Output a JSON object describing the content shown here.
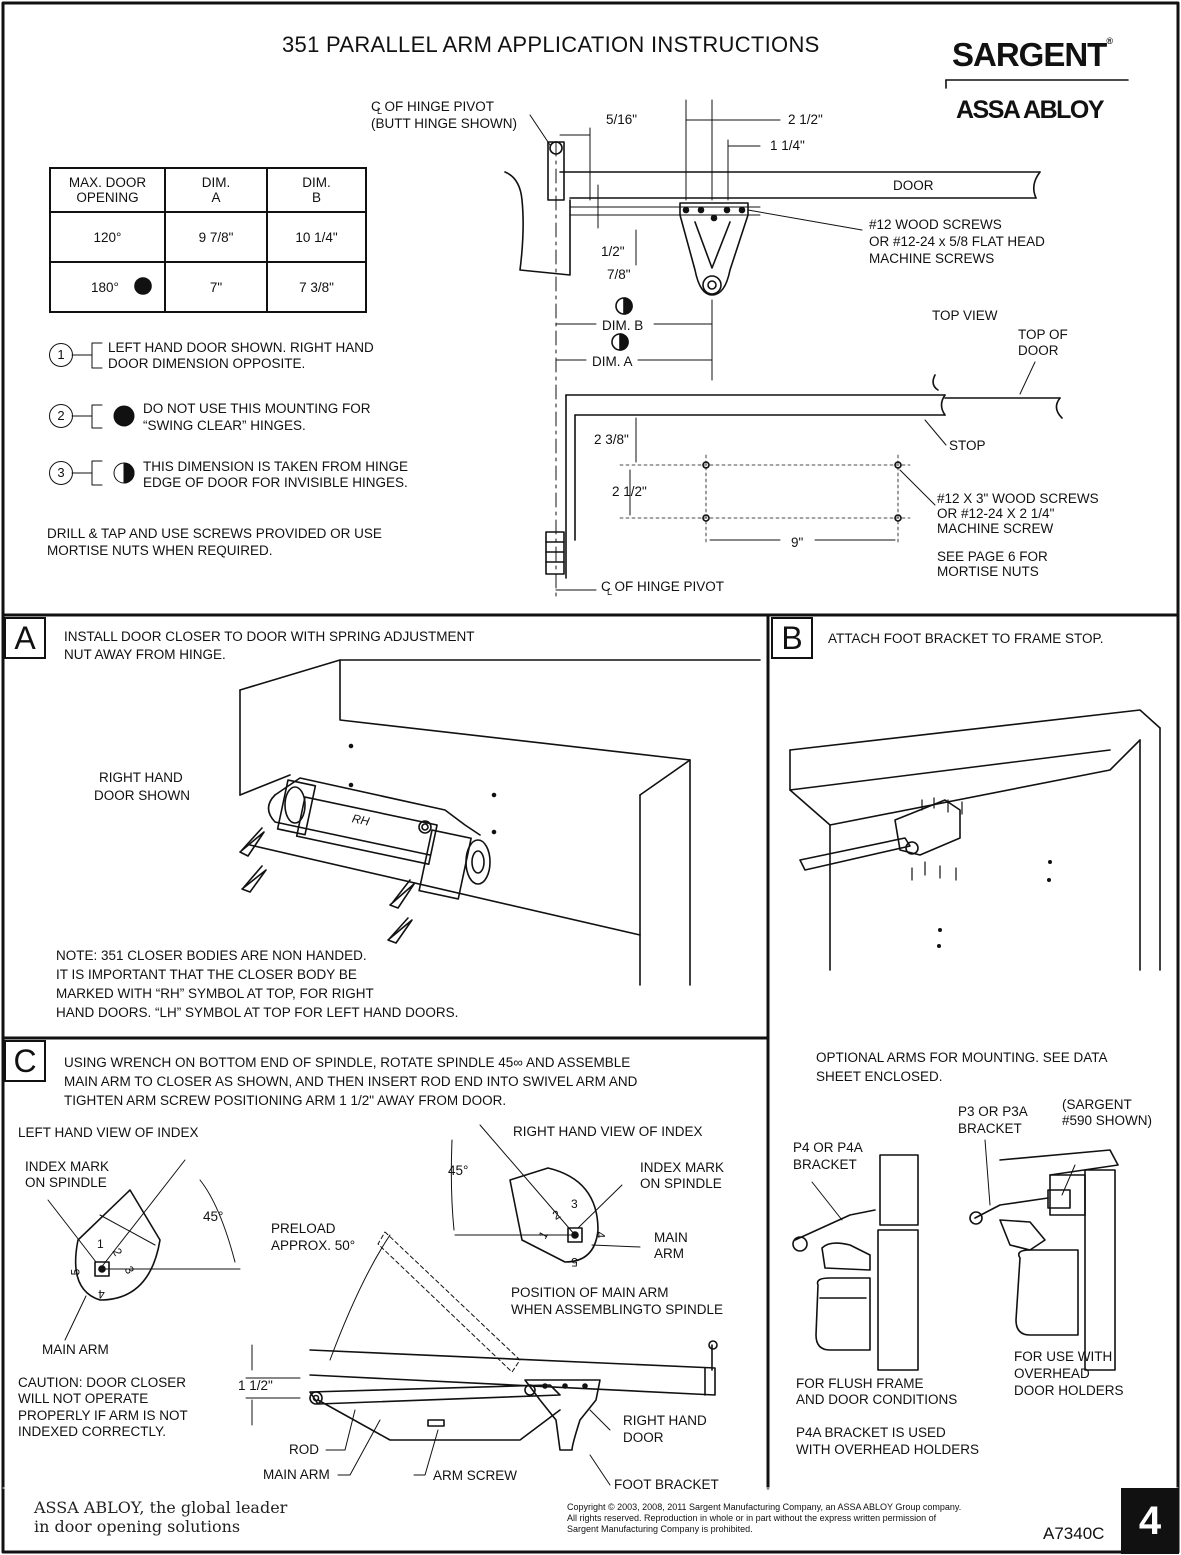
{
  "header": {
    "title": "351 PARALLEL ARM APPLICATION INSTRUCTIONS",
    "brand": "SARGENT",
    "brand_mark": "®",
    "parent_brand": "ASSA ABLOY"
  },
  "top": {
    "table": {
      "headers": [
        [
          "MAX. DOOR",
          "OPENING"
        ],
        [
          "DIM.",
          "A"
        ],
        [
          "DIM.",
          "B"
        ]
      ],
      "rows": [
        {
          "opening": "120°",
          "a": "9 7/8\"",
          "b": "10 1/4\""
        },
        {
          "opening": "180°",
          "a": "7\"",
          "b": "7 3/8\""
        }
      ]
    },
    "notes": [
      {
        "num": "1",
        "lines": [
          "LEFT HAND DOOR SHOWN. RIGHT HAND",
          "DOOR DIMENSION OPPOSITE."
        ]
      },
      {
        "num": "2",
        "lines": [
          "DO NOT USE THIS MOUNTING FOR",
          "“SWING CLEAR” HINGES."
        ]
      },
      {
        "num": "3",
        "lines": [
          "THIS DIMENSION IS TAKEN FROM HINGE",
          "EDGE OF DOOR FOR INVISIBLE HINGES."
        ]
      }
    ],
    "drill_note": [
      "DRILL & TAP AND USE SCREWS PROVIDED OR USE",
      "MORTISE NUTS WHEN REQUIRED."
    ],
    "diagram": {
      "hinge_pivot_top": [
        "C OF HINGE PIVOT",
        "(BUTT HINGE SHOWN)"
      ],
      "hinge_pivot_bottom": "C OF HINGE PIVOT",
      "centerline_sub": "L",
      "d_5_16": "5/16\"",
      "d_2_1_2_top": "2 1/2\"",
      "d_1_1_4": "1 1/4\"",
      "door": "DOOR",
      "screws_a": [
        "#12 WOOD SCREWS",
        "OR #12-24 x 5/8 FLAT HEAD",
        "MACHINE SCREWS"
      ],
      "d_1_2": "1/2\"",
      "d_7_8": "7/8\"",
      "dim_b": "DIM. B",
      "dim_a": "DIM. A",
      "top_view": "TOP VIEW",
      "top_of_door": [
        "TOP OF",
        "DOOR"
      ],
      "stop": "STOP",
      "d_2_3_8": "2 3/8\"",
      "d_2_1_2_mid": "2 1/2\"",
      "d_9": "9\"",
      "screws_b": [
        "#12 X 3\" WOOD SCREWS",
        "OR #12-24 X 2 1/4\"",
        "MACHINE SCREW"
      ],
      "see_page": [
        "SEE PAGE 6 FOR",
        "MORTISE NUTS"
      ]
    }
  },
  "panel_a": {
    "letter": "A",
    "instruction": [
      "INSTALL DOOR CLOSER TO DOOR WITH SPRING ADJUSTMENT",
      "NUT AWAY FROM HINGE."
    ],
    "right_hand": [
      "RIGHT HAND",
      "DOOR SHOWN"
    ],
    "body_mark": "RH",
    "note": [
      "NOTE: 351 CLOSER BODIES ARE NON HANDED.",
      "IT IS IMPORTANT THAT THE CLOSER BODY BE",
      "MARKED WITH “RH” SYMBOL AT TOP, FOR RIGHT",
      "HAND DOORS. “LH” SYMBOL AT TOP FOR LEFT HAND DOORS."
    ]
  },
  "panel_b": {
    "letter": "B",
    "instruction": "ATTACH FOOT BRACKET TO FRAME STOP."
  },
  "panel_c": {
    "letter": "C",
    "instruction": [
      "USING WRENCH ON BOTTOM END OF SPINDLE, ROTATE SPINDLE 45∞ AND ASSEMBLE",
      "MAIN ARM TO CLOSER AS SHOWN, AND THEN INSERT ROD END INTO SWIVEL ARM AND",
      "TIGHTEN ARM SCREW POSITIONING ARM 1 1/2\" AWAY FROM DOOR."
    ],
    "left_view": "LEFT HAND VIEW OF INDEX",
    "right_view": "RIGHT HAND VIEW OF INDEX",
    "index_mark_left": [
      "INDEX MARK",
      "ON SPINDLE"
    ],
    "index_mark_right": [
      "INDEX MARK",
      "ON SPINDLE"
    ],
    "angle_left": "45°",
    "angle_right": "45°",
    "preload": [
      "PRELOAD",
      "APPROX. 50°"
    ],
    "main_arm_right": [
      "MAIN",
      "ARM"
    ],
    "position": [
      "POSITION OF MAIN ARM",
      "WHEN ASSEMBLINGTO SPINDLE"
    ],
    "main_arm_left": "MAIN ARM",
    "caution": [
      "CAUTION: DOOR CLOSER",
      "WILL NOT OPERATE",
      "PROPERLY IF ARM IS NOT",
      "INDEXED CORRECTLY."
    ],
    "d_1_1_2": "1 1/2\"",
    "rod": "ROD",
    "main_arm_bottom": "MAIN ARM",
    "arm_screw": "ARM SCREW",
    "right_hand_door": [
      "RIGHT HAND",
      "DOOR"
    ],
    "foot_bracket": "FOOT BRACKET",
    "index_digits": [
      "1",
      "2",
      "3",
      "4",
      "5"
    ]
  },
  "panel_opt": {
    "title": [
      "OPTIONAL ARMS FOR MOUNTING. SEE DATA",
      "SHEET ENCLOSED."
    ],
    "p3": [
      "P3 OR P3A",
      "BRACKET"
    ],
    "sargent590": [
      "(SARGENT",
      "#590 SHOWN)"
    ],
    "p4": [
      "P4 OR P4A",
      "BRACKET"
    ],
    "flush": [
      "FOR FLUSH FRAME",
      "AND DOOR CONDITIONS"
    ],
    "p4a": [
      "P4A BRACKET IS USED",
      "WITH OVERHEAD HOLDERS"
    ],
    "overhead": [
      "FOR USE WITH",
      "OVERHEAD",
      "DOOR HOLDERS"
    ]
  },
  "footer": {
    "tagline": [
      "ASSA ABLOY, the global leader",
      "in door opening solutions"
    ],
    "copyright": [
      "Copyright © 2003, 2008, 2011 Sargent Manufacturing Company, an ASSA ABLOY Group company.",
      "All rights reserved. Reproduction in whole or in part without the express written permission of",
      "Sargent Manufacturing Company is prohibited."
    ],
    "doc_number": "A7340C",
    "page_number": "4"
  }
}
